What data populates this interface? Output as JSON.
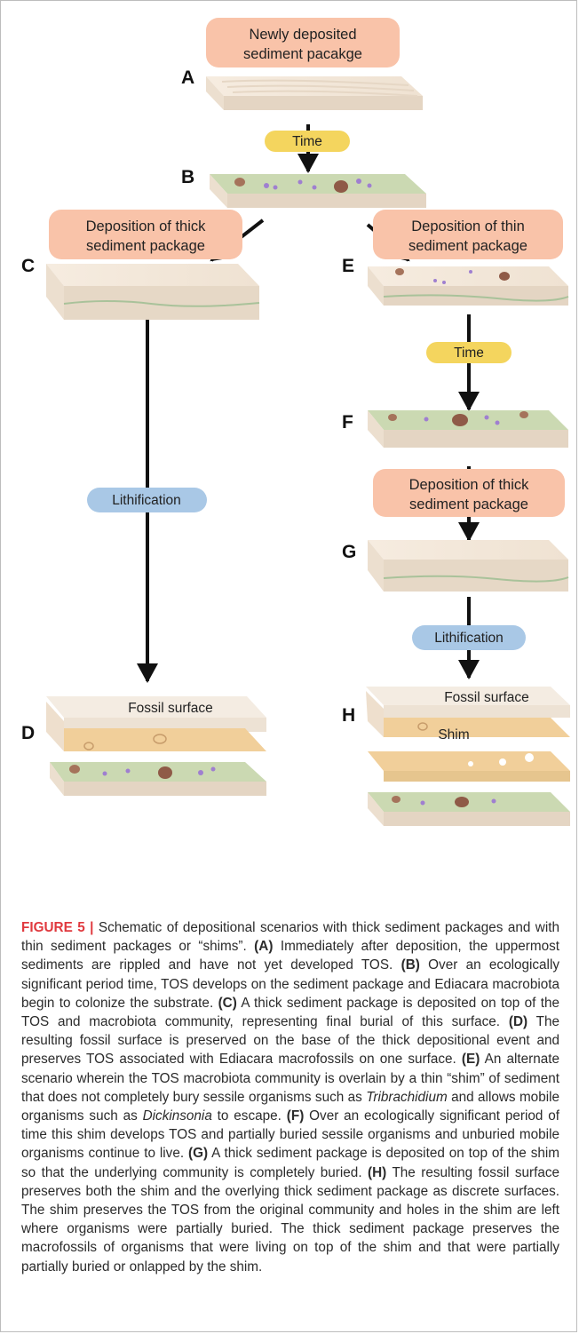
{
  "panels": {
    "A": "A",
    "B": "B",
    "C": "C",
    "D": "D",
    "E": "E",
    "F": "F",
    "G": "G",
    "H": "H"
  },
  "boxes": {
    "newly_deposited_1": "Newly deposited",
    "newly_deposited_2": "sediment pacakge",
    "time_1": "Time",
    "thick_deposition_1": "Deposition of thick",
    "thick_deposition_2": "sediment package",
    "thin_deposition_1": "Deposition of thin",
    "thin_deposition_2": "sediment package",
    "time_2": "Time",
    "thick_deposition_b1": "Deposition of thick",
    "thick_deposition_b2": "sediment package",
    "lithification_1": "Lithification",
    "lithification_2": "Lithification"
  },
  "labels": {
    "fossil_surface_d": "Fossil surface",
    "fossil_surface_h": "Fossil surface",
    "shim": "Shim"
  },
  "colors": {
    "salmon_box": "#f9c3a9",
    "yellow_box": "#f4d55e",
    "blue_box": "#a9c8e6",
    "sediment_top": "#f4e9dc",
    "sediment_side": "#e6d8c8",
    "green_surface": "#c8d6ad",
    "fossil_surface": "#f0c890",
    "caption_label": "#e0393e"
  },
  "caption": {
    "fig_label": "FIGURE 5 |",
    "t0": " Schematic of depositional scenarios with thick sediment packages and with thin sediment packages or “shims”. ",
    "lA": "(A)",
    "tA": " Immediately after deposition, the uppermost sediments are rippled and have not yet developed TOS. ",
    "lB": "(B)",
    "tB": " Over an ecologically significant period time, TOS develops on the sediment package and Ediacara macrobiota begin to colonize the substrate. ",
    "lC": "(C)",
    "tC": " A thick sediment package is deposited on top of the TOS and macrobiota community, representing final burial of this surface. ",
    "lD": "(D)",
    "tD": " The resulting fossil surface is preserved on the base of the thick depositional event and preserves TOS associated with Ediacara macrofossils on one surface. ",
    "lE": "(E)",
    "tE1": " An alternate scenario wherein the TOS macrobiota community is overlain by a thin “shim” of sediment that does not completely bury sessile organisms such as ",
    "iTrib": "Tribrachidium",
    "tE2": " and allows mobile organisms such as ",
    "iDick": "Dickinsonia",
    "tE3": " to escape. ",
    "lF": "(F)",
    "tF": " Over an ecologically significant period of time this shim develops TOS and partially buried sessile organisms and unburied mobile organisms continue to live. ",
    "lG": "(G)",
    "tG": " A thick sediment package is deposited on top of the shim so that the underlying community is completely buried. ",
    "lH": "(H)",
    "tH": " The resulting fossil surface preserves both the shim and the overlying thick sediment package as discrete surfaces. The shim preserves the TOS from the original community and holes in the shim are left where organisms were partially buried. The thick sediment package preserves the macrofossils of organisms that were living on top of the shim and that were partially partially buried or onlapped by the shim."
  }
}
